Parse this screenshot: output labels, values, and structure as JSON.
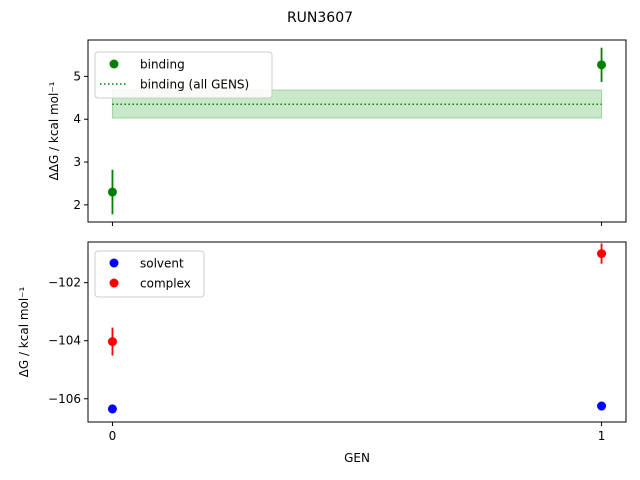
{
  "figure_title": "RUN3607",
  "colors": {
    "binding": "#008000",
    "band_fill": "#c9e7c9",
    "band_edge": "#9fd49f",
    "solvent": "#0000ff",
    "complex": "#ff0000"
  },
  "chart_data": [
    {
      "type": "scatter",
      "ylabel": "ΔΔG / kcal mol⁻¹",
      "ylim": [
        1.6,
        5.85
      ],
      "xlim": [
        -0.05,
        1.05
      ],
      "yticks": [
        "2",
        "3",
        "4",
        "5"
      ],
      "ytick_values": [
        2,
        3,
        4,
        5
      ],
      "legend": {
        "placement": "upper-left",
        "entries": [
          "binding",
          "binding (all GENS)"
        ]
      },
      "series": [
        {
          "name": "binding",
          "x": [
            0,
            1
          ],
          "y": [
            2.3,
            5.27
          ],
          "yerr": [
            0.52,
            0.4
          ]
        }
      ],
      "reference_line": {
        "name": "binding (all GENS)",
        "y": 4.35,
        "band": [
          4.03,
          4.68
        ],
        "x_range": [
          0,
          1
        ]
      }
    },
    {
      "type": "scatter",
      "ylabel": "ΔG / kcal mol⁻¹",
      "xlabel": "GEN",
      "ylim": [
        -106.8,
        -100.6
      ],
      "xlim": [
        -0.05,
        1.05
      ],
      "xticks": [
        "0",
        "1"
      ],
      "xtick_values": [
        0,
        1
      ],
      "yticks": [
        "−106",
        "−104",
        "−102"
      ],
      "ytick_values": [
        -106,
        -104,
        -102
      ],
      "legend": {
        "placement": "upper-left",
        "entries": [
          "solvent",
          "complex"
        ]
      },
      "series": [
        {
          "name": "solvent",
          "x": [
            0,
            1
          ],
          "y": [
            -106.35,
            -106.25
          ],
          "yerr": [
            0.15,
            0.15
          ]
        },
        {
          "name": "complex",
          "x": [
            0,
            1
          ],
          "y": [
            -104.03,
            -101.0
          ],
          "yerr": [
            0.48,
            0.35
          ]
        }
      ]
    }
  ]
}
